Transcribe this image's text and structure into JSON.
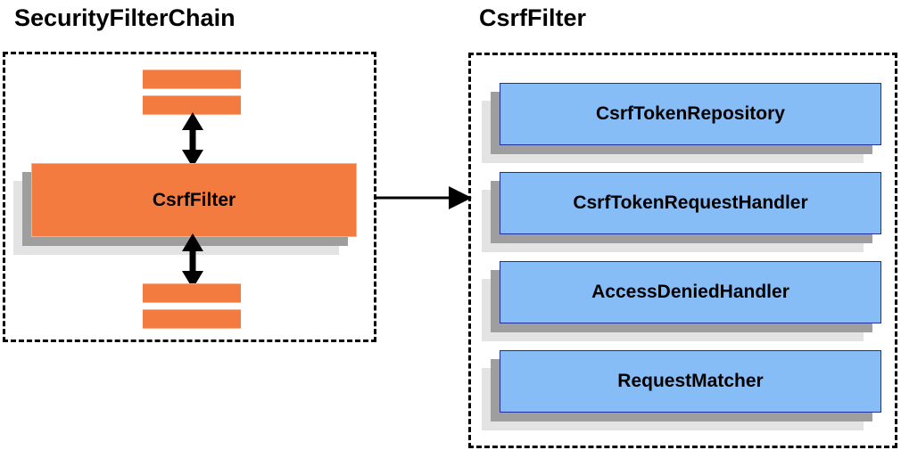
{
  "diagram": {
    "type": "architecture-block-diagram",
    "background": "#ffffff",
    "colors": {
      "orange_fill": "#f47b3f",
      "orange_border": "#f9b08a",
      "blue_fill": "#86bdf7",
      "blue_border": "#1f2f9e",
      "shadow_near": "#9e9e9e",
      "shadow_far": "#e3e3e3",
      "outline": "#000000",
      "text": "#000000"
    },
    "panels": [
      {
        "id": "security-filter-chain",
        "title": "SecurityFilterChain",
        "nodes": [
          {
            "id": "filter-bar-top-1",
            "label": "",
            "style": "orange-bar"
          },
          {
            "id": "filter-bar-top-2",
            "label": "",
            "style": "orange-bar"
          },
          {
            "id": "csrf-filter",
            "label": "CsrfFilter",
            "style": "orange-card"
          },
          {
            "id": "filter-bar-bottom-1",
            "label": "",
            "style": "orange-bar"
          },
          {
            "id": "filter-bar-bottom-2",
            "label": "",
            "style": "orange-bar"
          }
        ],
        "connectors": [
          {
            "id": "connector-top",
            "kind": "double-headed-vertical-arrow"
          },
          {
            "id": "connector-bottom",
            "kind": "double-headed-vertical-arrow"
          }
        ]
      },
      {
        "id": "csrf-filter-detail",
        "title": "CsrfFilter",
        "nodes": [
          {
            "id": "csrf-token-repository",
            "label": "CsrfTokenRepository",
            "style": "blue-card"
          },
          {
            "id": "csrf-token-request-handler",
            "label": "CsrfTokenRequestHandler",
            "style": "blue-card"
          },
          {
            "id": "access-denied-handler",
            "label": "AccessDeniedHandler",
            "style": "blue-card"
          },
          {
            "id": "request-matcher",
            "label": "RequestMatcher",
            "style": "blue-card"
          }
        ]
      }
    ],
    "cross_panel_connector": {
      "id": "expand-arrow",
      "kind": "single-headed-horizontal-arrow",
      "from": "security-filter-chain",
      "to": "csrf-filter-detail",
      "label": ""
    }
  }
}
